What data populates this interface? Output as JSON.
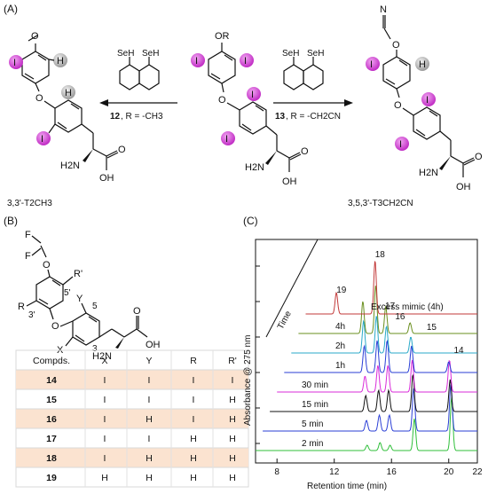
{
  "panel_a": {
    "label": "(A)",
    "left_compound": {
      "name": "3,3'-T2CH3",
      "top_group": "O",
      "atoms_I": [
        "I",
        "I"
      ],
      "H": [
        "H",
        "H"
      ]
    },
    "middle_compound": {
      "top_group": "OR",
      "I_labels": [
        "I",
        "I",
        "I",
        "I"
      ]
    },
    "right_compound": {
      "name": "3,5,3'-T3CH2CN",
      "N": "N",
      "O": "O",
      "H": "H",
      "I_labels": [
        "I",
        "I",
        "I"
      ]
    },
    "left_arrow": {
      "reagent_number": "12",
      "reagent_text": ", R = -CH3",
      "se1": "SeH",
      "se2": "SeH"
    },
    "right_arrow": {
      "reagent_number": "13",
      "reagent_text": ", R = -CH2CN",
      "se1": "SeH",
      "se2": "SeH"
    },
    "common": {
      "H2N": "H2N",
      "O": "O",
      "OH": "OH"
    }
  },
  "panel_b": {
    "label": "(B)",
    "structure_labels": {
      "F1": "F",
      "F2": "F",
      "O1": "O",
      "Rp": "R'",
      "p5": "5'",
      "R": "R",
      "p3": "3'",
      "Y": "Y",
      "n5": "5",
      "X": "X",
      "n3": "3",
      "O2": "O",
      "H2N": "H2N",
      "Ocarb": "O",
      "OH": "OH"
    },
    "table": {
      "headers": [
        "Compds.",
        "X",
        "Y",
        "R",
        "R'"
      ],
      "rows": [
        [
          "14",
          "I",
          "I",
          "I",
          "I"
        ],
        [
          "15",
          "I",
          "I",
          "I",
          "H"
        ],
        [
          "16",
          "I",
          "H",
          "I",
          "H"
        ],
        [
          "17",
          "I",
          "I",
          "H",
          "H"
        ],
        [
          "18",
          "I",
          "H",
          "H",
          "H"
        ],
        [
          "19",
          "H",
          "H",
          "H",
          "H"
        ]
      ],
      "shade_color": "#fbe3d0"
    }
  },
  "panel_c": {
    "label": "(C)",
    "ylabel": "Absorbance @ 275 nm",
    "xlabel": "Retention time (min)",
    "time_label": "Time",
    "x_ticks": [
      "8",
      "12",
      "16",
      "20"
    ],
    "x_end_label": "22",
    "xlim": [
      6.5,
      22
    ],
    "traces": [
      {
        "label": "2 min",
        "color": "#2fbf3a",
        "peaks": [
          [
            14.3,
            0.1
          ],
          [
            15.2,
            0.15
          ],
          [
            15.9,
            0.1
          ],
          [
            17.6,
            0.6
          ],
          [
            20.2,
            1.0
          ]
        ]
      },
      {
        "label": "5 min",
        "color": "#2a3ed6",
        "peaks": [
          [
            14.3,
            0.2
          ],
          [
            15.2,
            0.3
          ],
          [
            15.9,
            0.3
          ],
          [
            17.6,
            0.8
          ],
          [
            20.2,
            0.9
          ]
        ]
      },
      {
        "label": "15 min",
        "color": "#111111",
        "peaks": [
          [
            14.3,
            0.3
          ],
          [
            15.2,
            0.4
          ],
          [
            15.9,
            0.4
          ],
          [
            17.6,
            0.7
          ],
          [
            20.2,
            0.6
          ]
        ]
      },
      {
        "label": "30 min",
        "color": "#d92bd9",
        "peaks": [
          [
            14.3,
            0.3
          ],
          [
            15.2,
            0.5
          ],
          [
            15.9,
            0.5
          ],
          [
            17.6,
            0.6
          ],
          [
            20.2,
            0.6
          ]
        ]
      },
      {
        "label": "1h",
        "color": "#2a3ed6",
        "peaks": [
          [
            14.3,
            0.5
          ],
          [
            15.2,
            0.6
          ],
          [
            15.9,
            0.6
          ],
          [
            17.6,
            0.5
          ],
          [
            20.2,
            0.2
          ]
        ]
      },
      {
        "label": "2h",
        "color": "#2aa9c9",
        "peaks": [
          [
            14.3,
            0.6
          ],
          [
            15.2,
            0.7
          ],
          [
            15.9,
            0.5
          ],
          [
            17.6,
            0.3
          ]
        ]
      },
      {
        "label": "4h",
        "color": "#6a8f1f",
        "peaks": [
          [
            14.3,
            0.6
          ],
          [
            15.2,
            0.9
          ],
          [
            15.9,
            0.5
          ],
          [
            17.6,
            0.2
          ]
        ]
      },
      {
        "label": "Excess mimic (4h)",
        "color": "#c23a3a",
        "peaks": [
          [
            12.5,
            0.4
          ],
          [
            15.2,
            1.0
          ]
        ]
      }
    ],
    "peak_labels": [
      "19",
      "18",
      "17",
      "16",
      "15",
      "14"
    ]
  }
}
